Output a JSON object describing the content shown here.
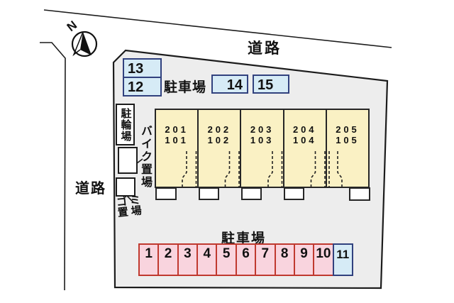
{
  "compass": {
    "north": "N"
  },
  "roads": {
    "top": "道路",
    "left": "道路"
  },
  "upper_parking": {
    "label": "駐車場",
    "spaces_left": [
      "13",
      "12"
    ],
    "spaces_right": [
      "14",
      "15"
    ]
  },
  "building": {
    "units": [
      {
        "upper": "201",
        "lower": "101"
      },
      {
        "upper": "202",
        "lower": "102"
      },
      {
        "upper": "203",
        "lower": "103"
      },
      {
        "upper": "204",
        "lower": "104"
      },
      {
        "upper": "205",
        "lower": "105"
      }
    ]
  },
  "facilities": {
    "bicycle_parking": "駐輪場",
    "bike_storage": "バイク置場",
    "garbage_line1": "ゴミ",
    "garbage_line2": "置場"
  },
  "lower_parking": {
    "label": "駐車場",
    "spaces": [
      "1",
      "2",
      "3",
      "4",
      "5",
      "6",
      "7",
      "8",
      "9",
      "10",
      "11"
    ]
  },
  "colors": {
    "site_fill": "#ededed",
    "outline": "#1c1c1c",
    "unit_fill": "#faf1c4",
    "blue_fill": "#d6ebf6",
    "blue_border": "#31417e",
    "pink_fill": "#f9d4de",
    "pink_border": "#c0392f"
  }
}
